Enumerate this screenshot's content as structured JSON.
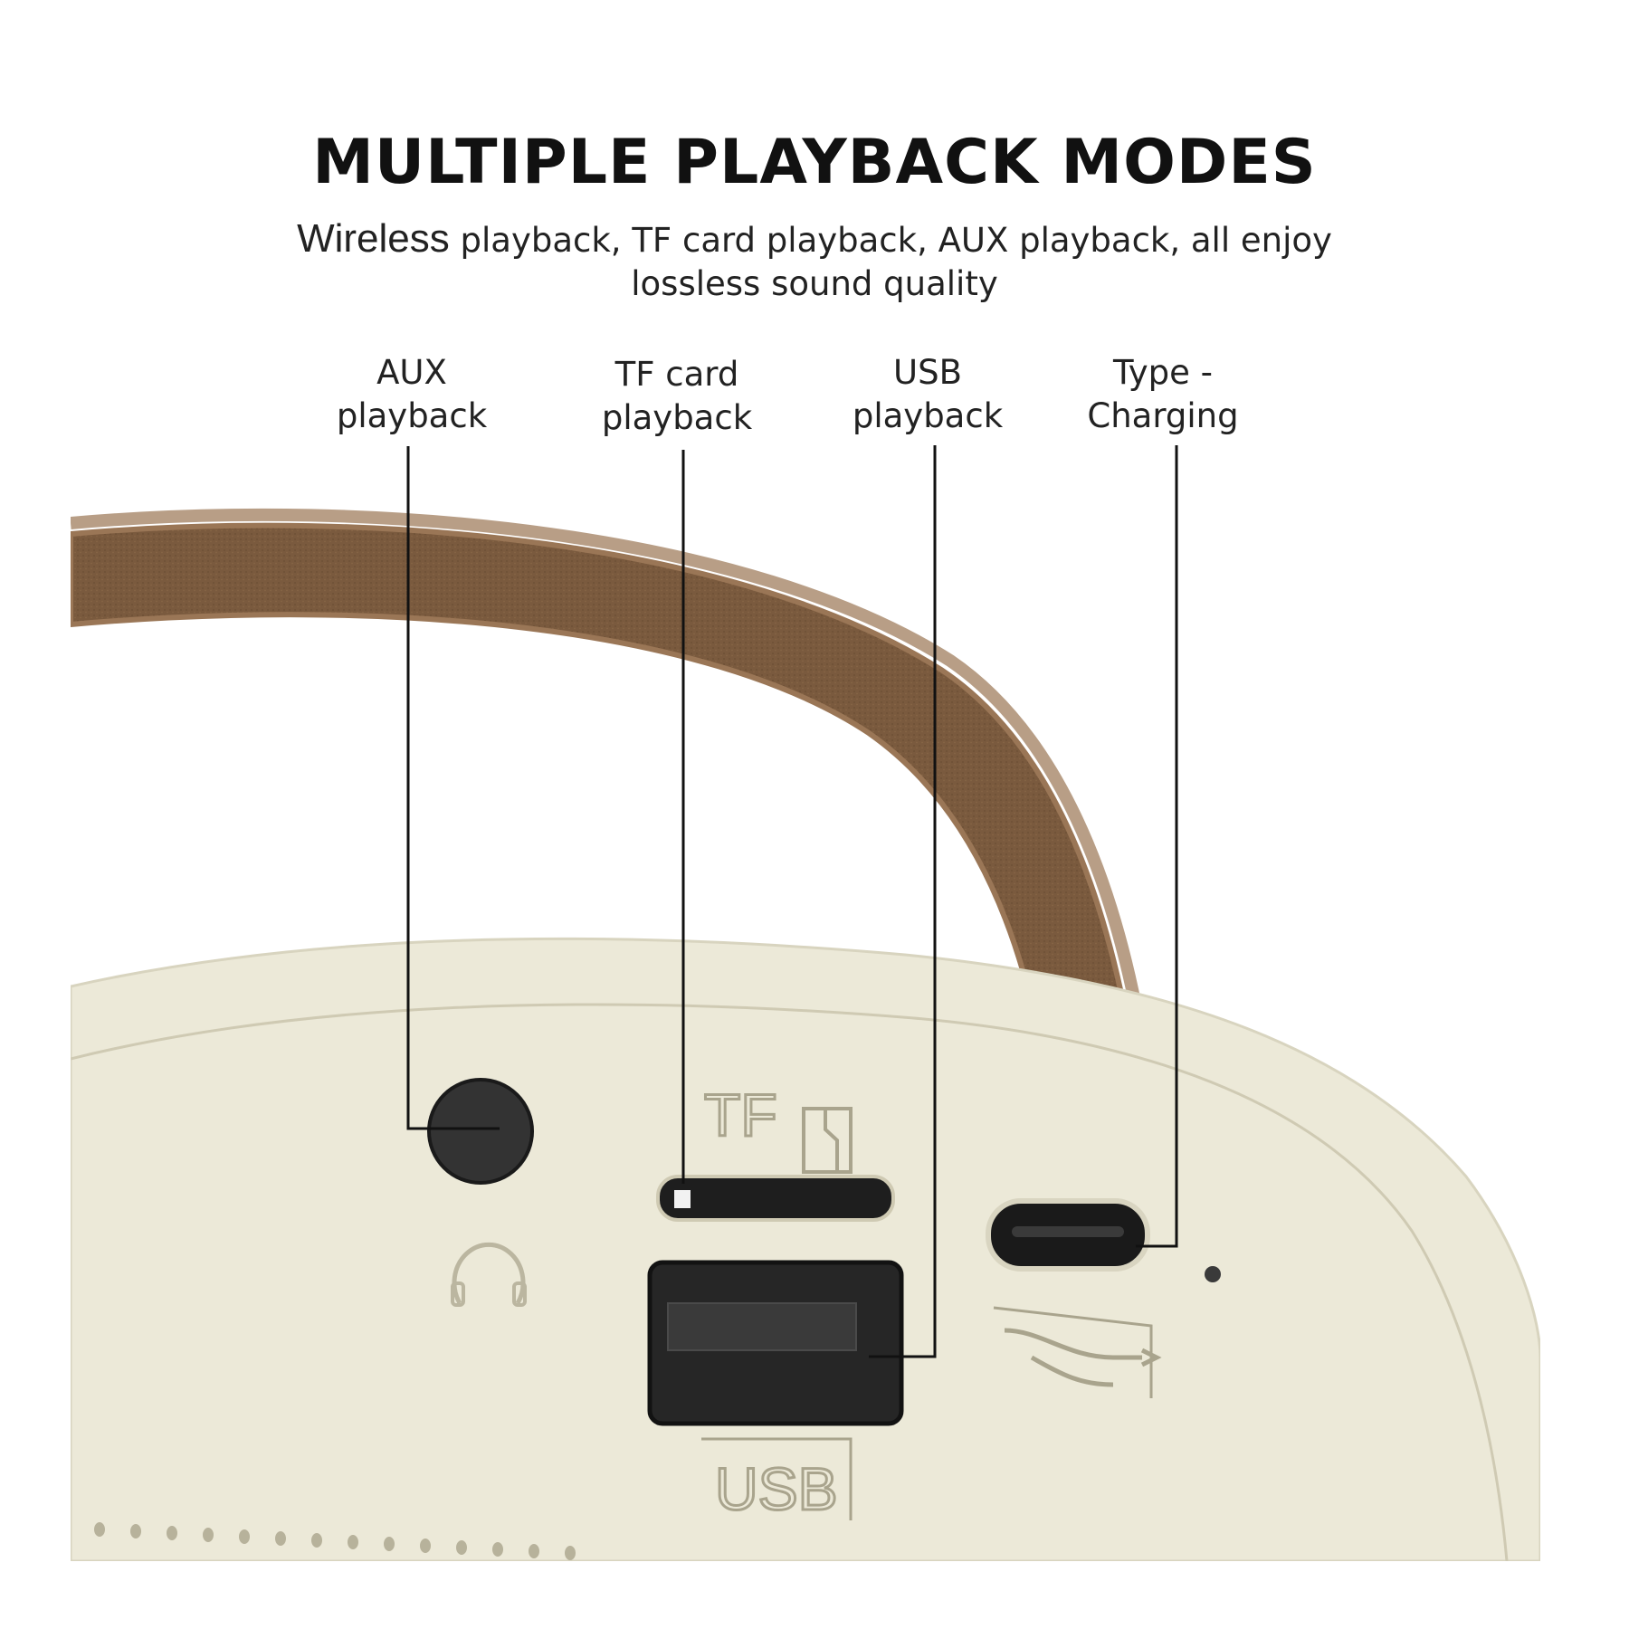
{
  "headline": "MULTIPLE PLAYBACK MODES",
  "subline": {
    "lead": "Wireless",
    "rest_line1": " playback, TF card playback, AUX playback, all enjoy",
    "line2": "lossless sound quality"
  },
  "ports": [
    {
      "name": "aux",
      "line1": "AUX",
      "line2": "playback"
    },
    {
      "name": "tf",
      "line1": "TF card",
      "line2": "playback"
    },
    {
      "name": "usb",
      "line1": "USB",
      "line2": "playback"
    },
    {
      "name": "typec",
      "line1": "Type -",
      "line2": "Charging"
    }
  ],
  "device_markings": {
    "tf": "TF",
    "usb": "USB"
  },
  "colors": {
    "strap": "#7a5a3e",
    "strap_edge": "#9a7656",
    "body": "#ece9d8",
    "body_shade": "#e2dfcc",
    "port_dark": "#2a2a2a",
    "leader_line": "#111111"
  },
  "icons": [
    "headphone-icon",
    "usb-symbol-icon",
    "sd-card-icon"
  ]
}
